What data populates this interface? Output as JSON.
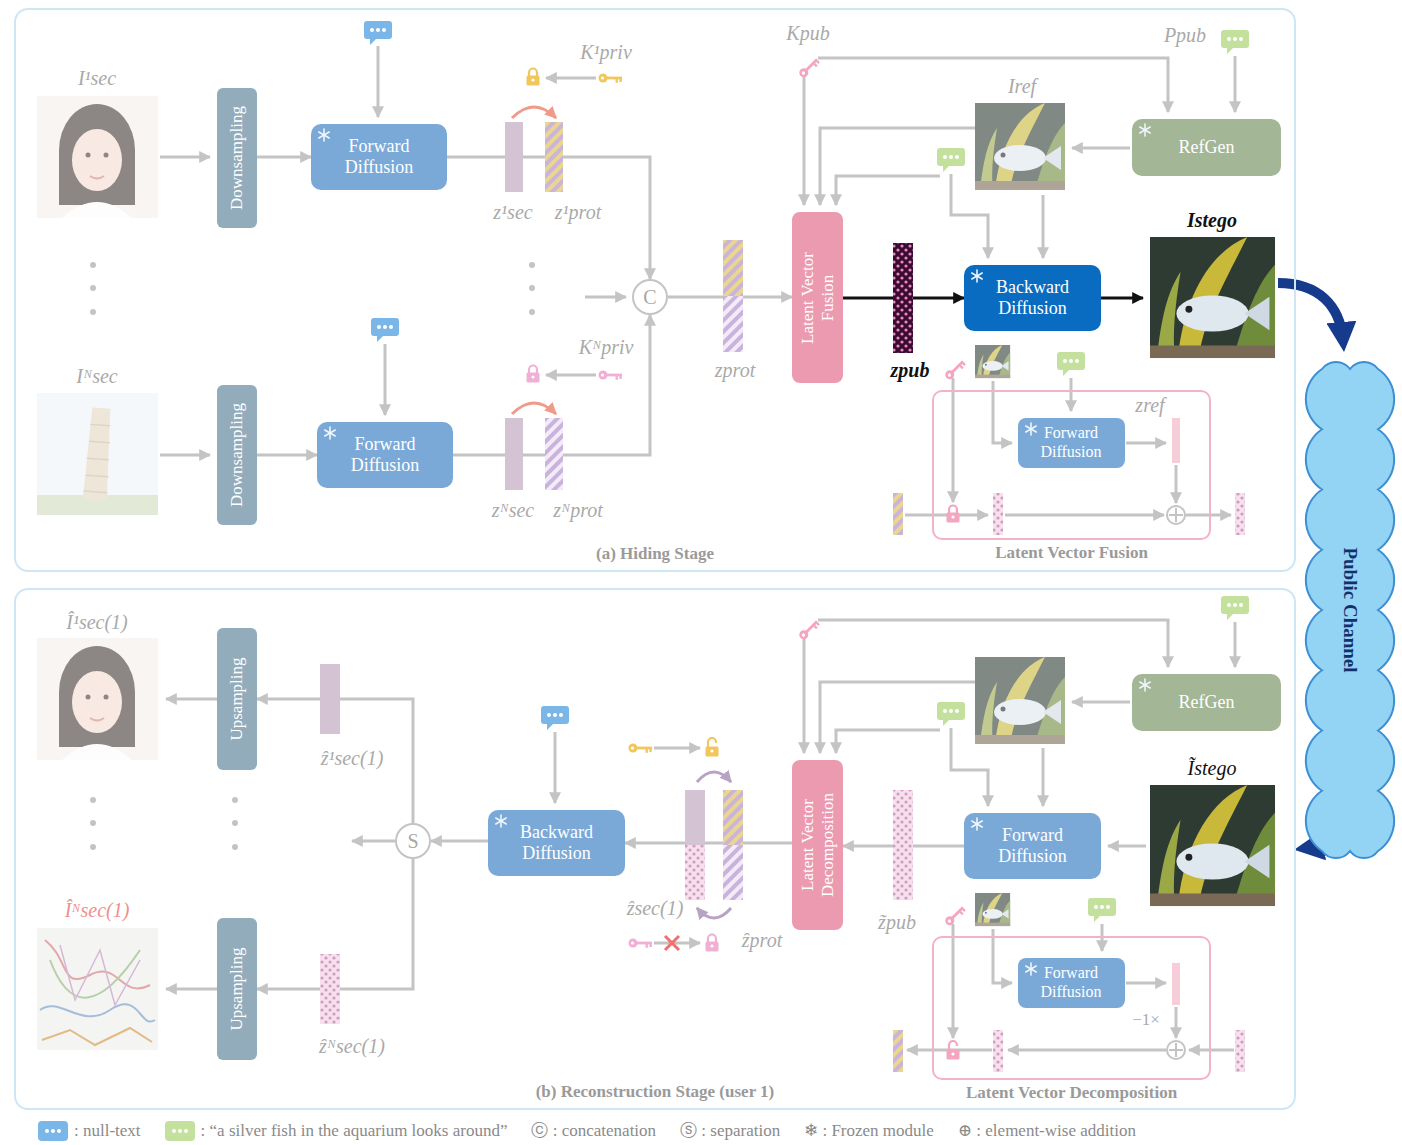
{
  "diagram": {
    "nodes": [
      {
        "text": [
          "(a) Hiding Stage"
        ]
      },
      {
        "text": [
          "Downsampling"
        ],
        "in": 0
      },
      {
        "text": [
          "Forward Diffusion"
        ],
        "in": 0
      },
      {
        "text": [
          "Downsampling"
        ],
        "in": 0
      },
      {
        "text": [
          "Forward Diffusion"
        ],
        "in": 0
      },
      {
        "text": [
          "C"
        ],
        "in": 0
      },
      {
        "text": [
          "Latent Vector Fusion"
        ],
        "in": 0
      },
      {
        "text": [
          "RefGen"
        ],
        "in": 0
      },
      {
        "text": [
          "Backward Diffusion"
        ],
        "in": 0
      },
      {
        "text": [
          "Latent Vector Fusion"
        ],
        "in": 0
      },
      {
        "text": [
          "Forward Diffusion"
        ],
        "in": 9
      },
      {
        "text": [
          "Public Channel"
        ]
      },
      {
        "text": [
          "(b) Reconstruction Stage (user 1)"
        ]
      },
      {
        "text": [
          "Upsampling"
        ],
        "in": 12
      },
      {
        "text": [
          "Upsampling"
        ],
        "in": 12
      },
      {
        "text": [
          "S"
        ],
        "in": 12
      },
      {
        "text": [
          "Backward Diffusion"
        ],
        "in": 12
      },
      {
        "text": [
          "Latent Vector Decomposition"
        ],
        "in": 12
      },
      {
        "text": [
          "Forward Diffusion"
        ],
        "in": 12
      },
      {
        "text": [
          "RefGen"
        ],
        "in": 12
      },
      {
        "text": [
          "Latent Vector Decomposition"
        ],
        "in": 12
      },
      {
        "text": [
          "Forward Diffusion"
        ],
        "in": 20
      }
    ],
    "edges": [
      {
        "from": 1,
        "to": 2,
        "arrow": "to"
      },
      {
        "from": 3,
        "to": 4,
        "arrow": "to"
      },
      {
        "from": 2,
        "to": 5,
        "arrow": "to"
      },
      {
        "from": 4,
        "to": 5,
        "arrow": "to"
      },
      {
        "from": 5,
        "to": 6,
        "arrow": "to"
      },
      {
        "from": 6,
        "to": 8,
        "arrow": "to"
      },
      {
        "from": 18,
        "to": 17,
        "arrow": "to"
      },
      {
        "from": 17,
        "to": 16,
        "arrow": "to"
      },
      {
        "from": 16,
        "to": 15,
        "arrow": "to"
      },
      {
        "from": 15,
        "to": 13,
        "arrow": "to"
      },
      {
        "from": 15,
        "to": 14,
        "arrow": "to"
      }
    ],
    "labels": [
      "I¹sec",
      "K¹priv",
      "z¹sec",
      "z¹prot",
      "Iᴺsec",
      "Kᴺpriv",
      "zᴺsec",
      "zᴺprot",
      "zprot",
      "Kpub",
      "Ppub",
      "Iref",
      "Istego",
      "zpub",
      "zref",
      "Î¹sec(1)",
      "Îᴺsec(1)",
      "ẑ¹sec(1)",
      "ẑᴺsec(1)",
      "ẑsec(1)",
      "ẑprot",
      "z̃pub",
      "Ĩstego",
      "−1×"
    ],
    "legend": [
      {
        "text": ": null-text",
        "color": "#7ab6e8"
      },
      {
        "text": ": “a silver fish in the aquarium looks around”",
        "color": "#c3e09c"
      },
      {
        "text": "ⓒ : concatenation"
      },
      {
        "text": "ⓢ : separation"
      },
      {
        "text": "❄ : Frozen module"
      },
      {
        "text": "⊕ : element-wise addition"
      }
    ]
  }
}
